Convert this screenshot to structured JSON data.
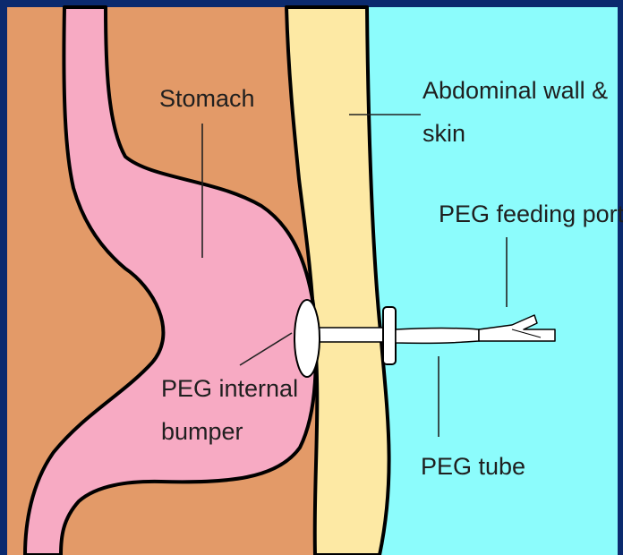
{
  "labels": {
    "stomach": "Stomach",
    "abdominal_line1": "Abdominal wall &",
    "abdominal_line2": "skin",
    "feeding_port": "PEG feeding port",
    "bumper_line1": "PEG internal",
    "bumper_line2": "bumper",
    "tube": "PEG tube"
  },
  "colors": {
    "frame": "#0b2a6e",
    "body_tissue": "#e39a68",
    "stomach": "#f7aac3",
    "abdominal_wall": "#fde9a4",
    "outside": "#8cfcfc",
    "device": "#ffffff"
  }
}
